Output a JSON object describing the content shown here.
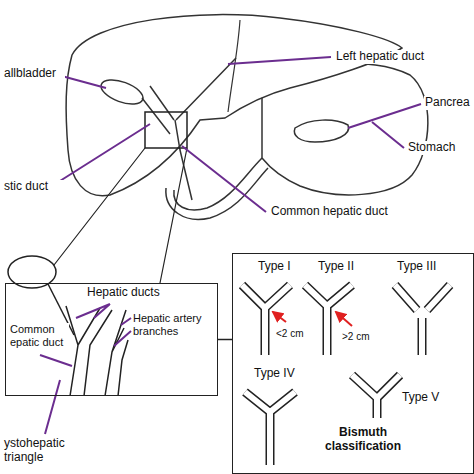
{
  "diagram": {
    "nodes": [
      {
        "text": [
          "Hepatic ducts",
          "Common epatic duct",
          "Hepatic artery branches"
        ]
      },
      {
        "text": [
          "Type I",
          "<2 cm",
          "Type II",
          ">2 cm",
          "Type III",
          "Type IV",
          "Type V",
          "Bismuth classification"
        ]
      }
    ],
    "edges": [
      {
        "from": 0,
        "to": 1,
        "arrow": "none"
      }
    ],
    "labels": [
      "Left hepatic duct",
      "allbladder",
      "Pancrea",
      "Stomach",
      "stic duct",
      "Common hepatic duct",
      "ystohepatic triangle"
    ]
  }
}
